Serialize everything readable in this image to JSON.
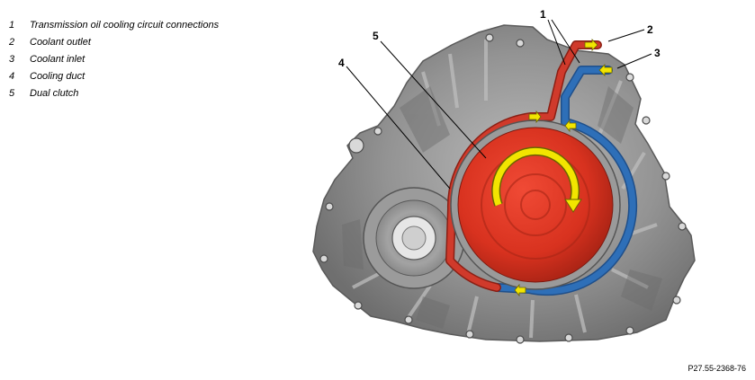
{
  "legend": [
    {
      "number": "1",
      "label": "Transmission oil cooling circuit connections"
    },
    {
      "number": "2",
      "label": "Coolant outlet"
    },
    {
      "number": "3",
      "label": "Coolant inlet"
    },
    {
      "number": "4",
      "label": "Cooling duct"
    },
    {
      "number": "5",
      "label": "Dual clutch"
    }
  ],
  "callouts": [
    "1",
    "2",
    "3",
    "4",
    "5"
  ],
  "figure_id": "P27.55-2368-76",
  "colors": {
    "housing": "#8f8f8f",
    "dual_clutch": "#d8321f",
    "coolant_outlet_duct": "#d03a2b",
    "coolant_inlet_duct": "#2e6fb8",
    "flow_arrow": "#f2e500"
  }
}
